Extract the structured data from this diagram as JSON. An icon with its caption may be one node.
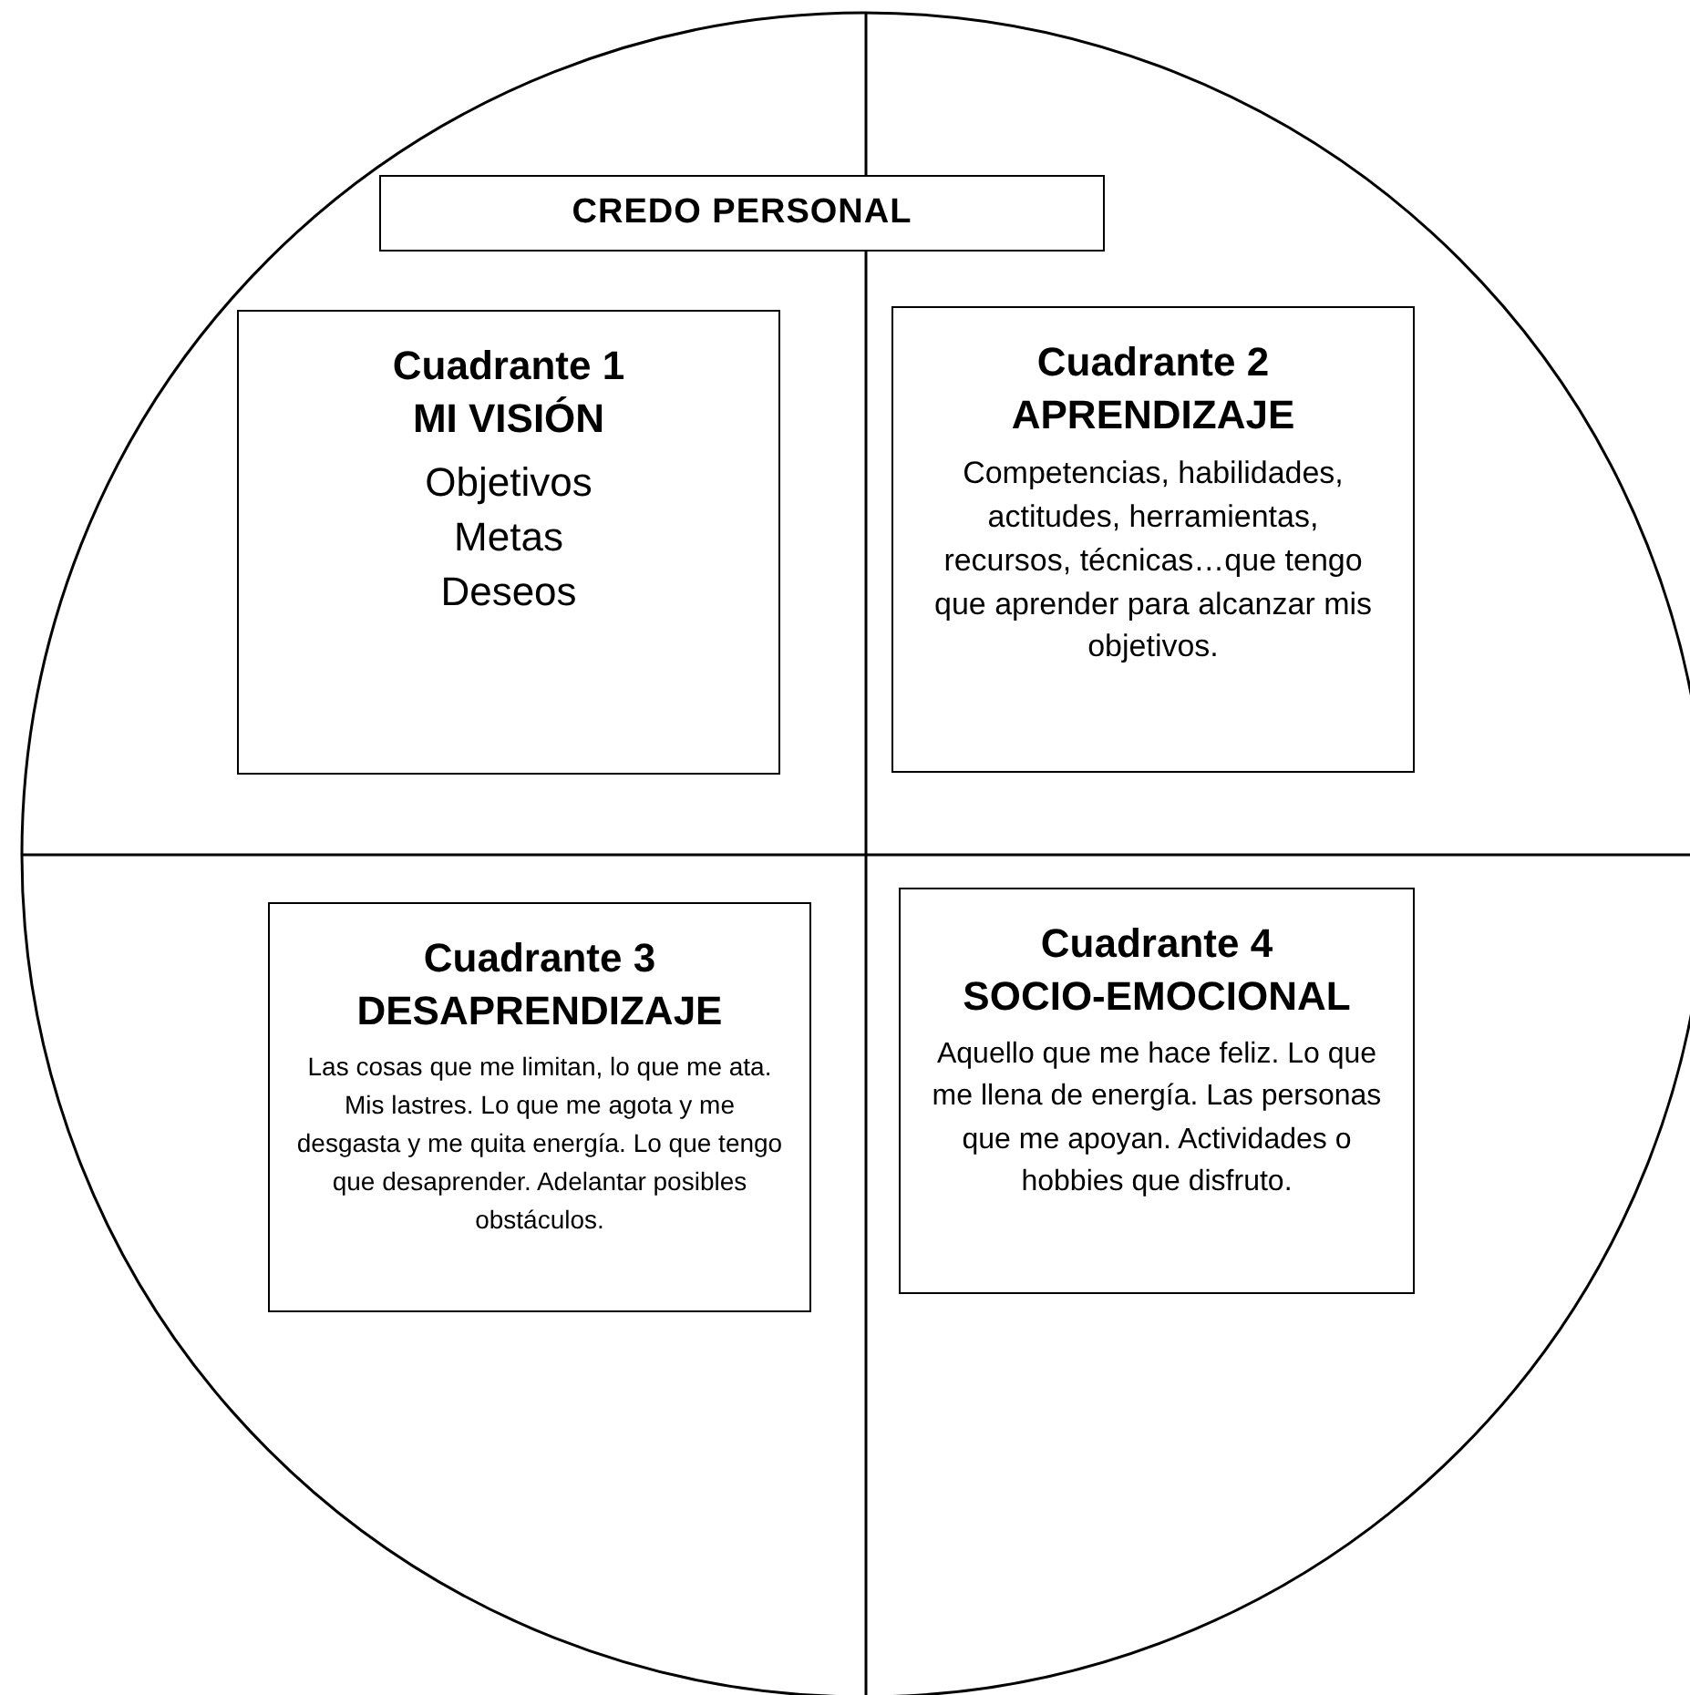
{
  "diagram": {
    "nodes": [
      {
        "text": [
          "CREDO PERSONAL"
        ]
      },
      {
        "text": [
          "Cuadrante 1",
          "MI VISIÓN",
          "Objetivos Metas Deseos"
        ]
      },
      {
        "text": [
          "Cuadrante 2",
          "APRENDIZAJE",
          "Competencias, habilidades, actitudes, herramientas, recursos, técnicas…que tengo que aprender para alcanzar mis objetivos."
        ]
      },
      {
        "text": [
          "Cuadrante 3",
          "DESAPRENDIZAJE",
          "Las cosas que me limitan, lo que me ata. Mis lastres. Lo que me agota y me desgasta y me quita energía. Lo que tengo que desaprender. Adelantar posibles obstáculos."
        ]
      },
      {
        "text": [
          "Cuadrante 4",
          "SOCIO-EMOCIONAL",
          "Aquello que me hace feliz. Lo que me llena de energía. Las personas que me apoyan. Actividades o hobbies que disfruto."
        ]
      }
    ]
  }
}
